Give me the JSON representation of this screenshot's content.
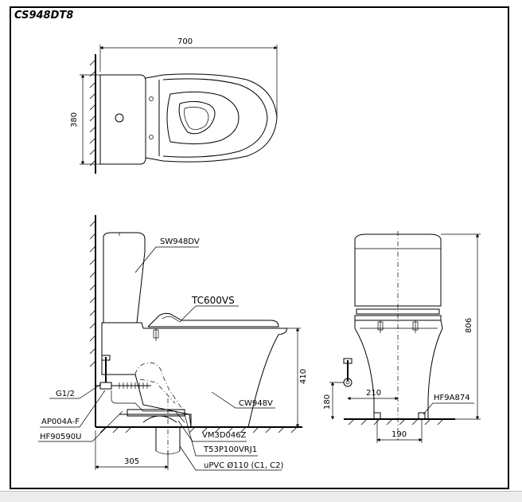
{
  "title": "CS948DT8",
  "dimensions": {
    "top_width": "700",
    "top_depth": "380",
    "side_height": "410",
    "side_pipe": "305",
    "front_height": "806",
    "front_supply_offset": "210",
    "front_supply_height": "180",
    "front_base_width": "190"
  },
  "parts": {
    "tank": "SW948DV",
    "seat": "TC600VS",
    "bowl": "CW948V",
    "supply_thread": "G1/2",
    "angle_valve": "AP004A-F",
    "flex_hose": "HF90590U",
    "gasket": "VM3D046Z",
    "flange": "T53P100VRJ1",
    "drain_pipe": "uPVC Ø110 (C1, C2)",
    "floor_fixing": "HF9A874"
  }
}
